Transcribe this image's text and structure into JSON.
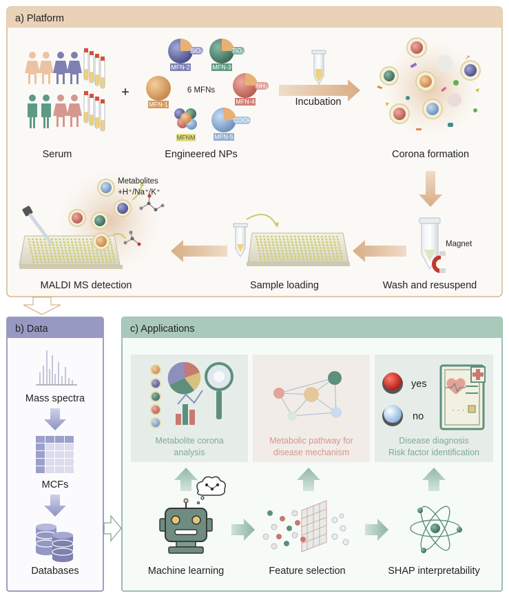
{
  "platform": {
    "header": "a) Platform",
    "serum_label": "Serum",
    "plus": "+",
    "mfn_count_label": "6 MFNs",
    "engineered_label": "Engineered NPs",
    "mfn_tags": {
      "mfn1": "MFN-1",
      "mfn2": "MFN-2",
      "mfn3": "MFN-3",
      "mfn4": "MFN-4",
      "mfn5": "MFN-5",
      "mfnm": "MFNM"
    },
    "coating_tags": {
      "sio2": "SiO₂",
      "tio2": "TiO₂",
      "nh2": "NH₂",
      "cooh": "COOH"
    },
    "incubation_label": "Incubation",
    "corona_label": "Corona formation",
    "magnet_label": "Magnet",
    "wash_label": "Wash and resuspend",
    "loading_label": "Sample loading",
    "maldi_label": "MALDI MS detection",
    "metabolites_line1": "Metabolites",
    "metabolites_line2": "+H⁺/Na⁺/K⁺"
  },
  "data_panel": {
    "header": "b) Data",
    "mass_spectra": "Mass spectra",
    "mcfs": "MCFs",
    "databases": "Databases"
  },
  "applications": {
    "header": "c) Applications",
    "card1_line1": "Metabolite corona",
    "card1_line2": "analysis",
    "card2_line1": "Metabolic pathway for",
    "card2_line2": "disease mechanism",
    "card3_line1": "Disease diagnosis",
    "card3_line2": "Risk factor identification",
    "yes": "yes",
    "no": "no",
    "ml_label": "Machine learning",
    "fs_label": "Feature selection",
    "shap_label": "SHAP interpretability"
  },
  "colors": {
    "platform_header": "#e9d2b8",
    "platform_border": "#d8b690",
    "data_header": "#9799c2",
    "data_border": "#7d80b0",
    "app_header": "#a9c9bb",
    "app_border": "#7fa895",
    "arrow_tan": "#dcb48f",
    "arrow_purple": "#9da0cf",
    "arrow_green": "#9cbfae",
    "card1_text": "#7eaa94",
    "card2_text": "#d6968e",
    "card3_text": "#7eaa94"
  }
}
